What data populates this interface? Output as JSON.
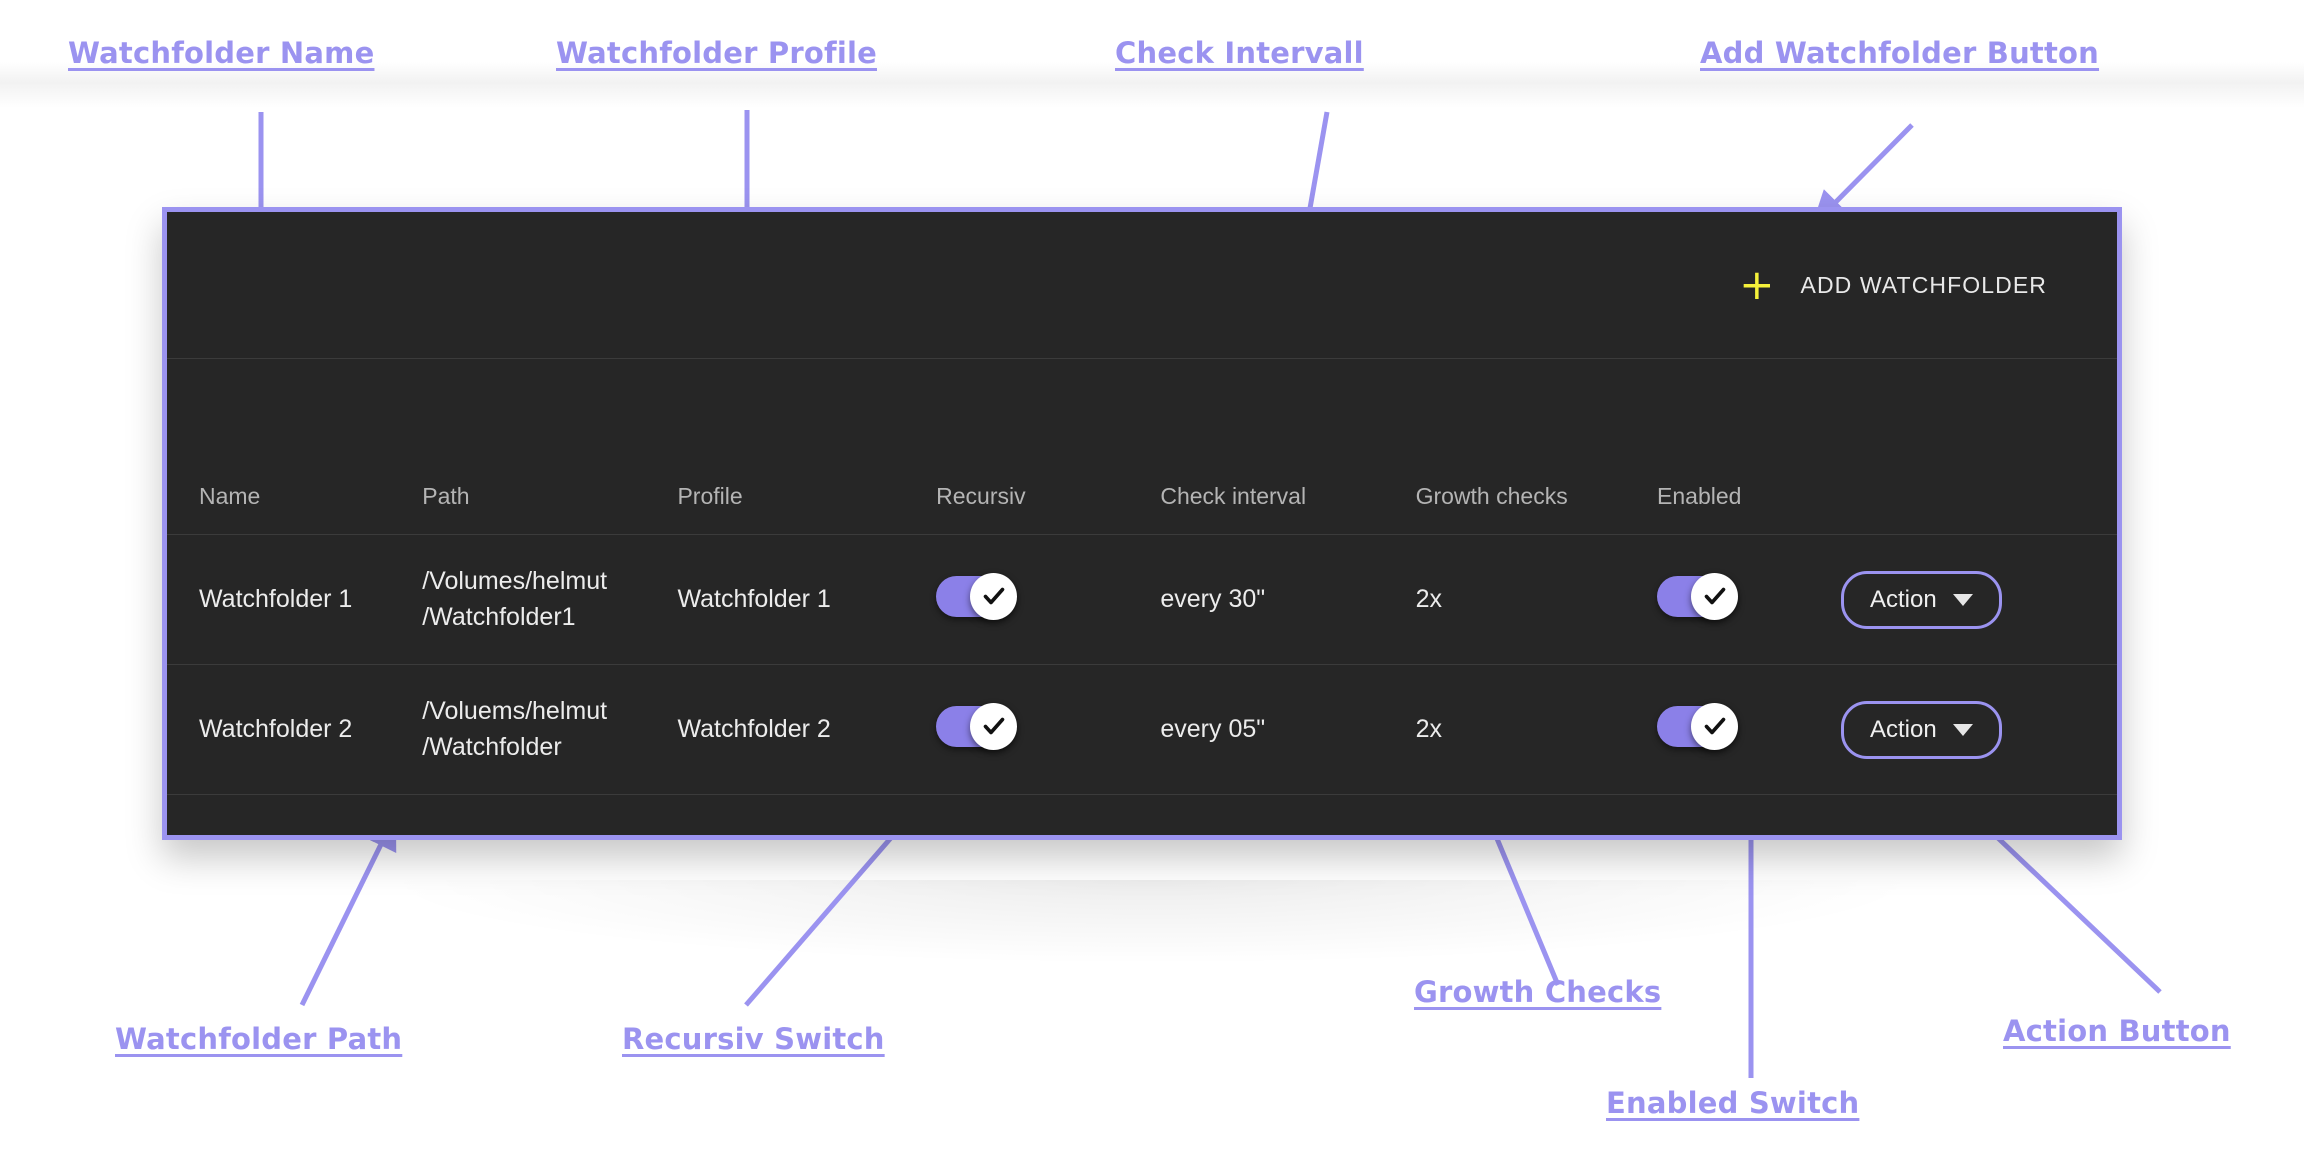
{
  "annotations": [
    {
      "id": "watchfolder-name",
      "text": "Watchfolder Name"
    },
    {
      "id": "watchfolder-profile",
      "text": "Watchfolder Profile"
    },
    {
      "id": "check-intervall",
      "text": "Check Intervall"
    },
    {
      "id": "add-watchfolder",
      "text": "Add Watchfolder Button"
    },
    {
      "id": "watchfolder-path",
      "text": "Watchfolder Path"
    },
    {
      "id": "recursiv-switch",
      "text": "Recursiv Switch"
    },
    {
      "id": "growth-checks",
      "text": "Growth Checks"
    },
    {
      "id": "action-button",
      "text": "Action Button"
    },
    {
      "id": "enabled-switch",
      "text": "Enabled Switch"
    }
  ],
  "toolbar": {
    "add_icon": "plus-icon",
    "add_label": "ADD WATCHFOLDER"
  },
  "table": {
    "columns": [
      "Name",
      "Path",
      "Profile",
      "Recursiv",
      "Check interval",
      "Growth checks",
      "Enabled",
      ""
    ],
    "rows": [
      {
        "name": "Watchfolder 1",
        "path_line1": "/Volumes/helmut",
        "path_line2": "/Watchfolder1",
        "profile": "Watchfolder 1",
        "recursiv": true,
        "check_interval": "every 30\"",
        "growth_checks": "2x",
        "enabled": true,
        "action_label": "Action"
      },
      {
        "name": "Watchfolder 2",
        "path_line1": "/Voluems/helmut",
        "path_line2": "/Watchfolder",
        "profile": "Watchfolder 2",
        "recursiv": true,
        "check_interval": "every 05\"",
        "growth_checks": "2x",
        "enabled": true,
        "action_label": "Action"
      }
    ]
  },
  "colors": {
    "accent_purple": "#9b93f0",
    "toggle_track": "#8b80e8",
    "panel_bg": "#262626",
    "plus_yellow": "#f5f13a",
    "page_bg": "#ffffff",
    "divider": "#3b3b3b"
  }
}
